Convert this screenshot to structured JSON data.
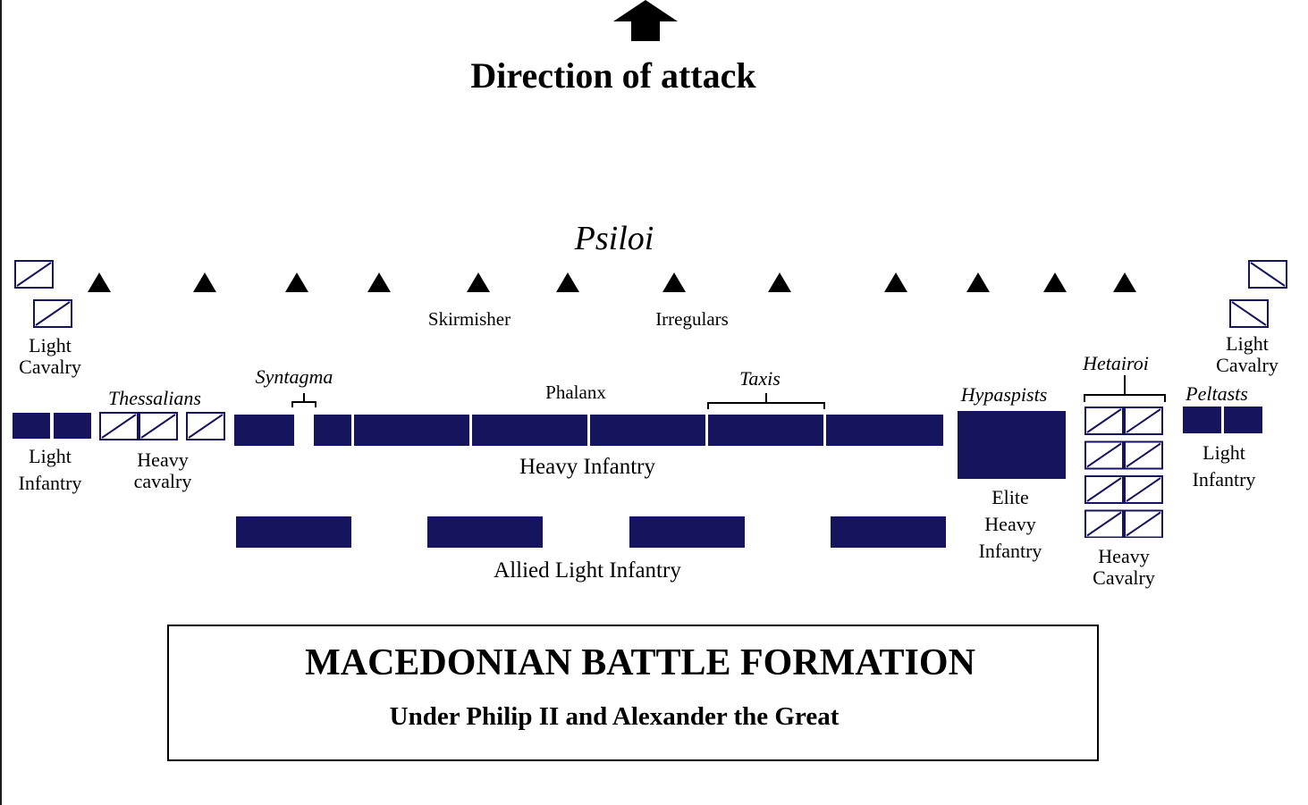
{
  "header": {
    "direction_label": "Direction of attack",
    "arrow_icon": "up-arrow-icon"
  },
  "labels": {
    "psiloi": "Psiloi",
    "skirmisher": "Skirmisher",
    "irregulars": "Irregulars",
    "light_cavalry_left_l1": "Light",
    "light_cavalry_left_l2": "Cavalry",
    "light_cavalry_right_l1": "Light",
    "light_cavalry_right_l2": "Cavalry",
    "thessalians": "Thessalians",
    "syntagma": "Syntagma",
    "phalanx": "Phalanx",
    "taxis": "Taxis",
    "hypaspists": "Hypaspists",
    "hetairoi": "Hetairoi",
    "peltasts": "Peltasts",
    "light_infantry_left_l1": "Light",
    "light_infantry_left_l2": "Infantry",
    "heavy_cavalry_left_l1": "Heavy",
    "heavy_cavalry_left_l2": "cavalry",
    "heavy_infantry": "Heavy Infantry",
    "elite_l1": "Elite",
    "elite_l2": "Heavy",
    "elite_l3": "Infantry",
    "heavy_cavalry_right_l1": "Heavy",
    "heavy_cavalry_right_l2": "Cavalry",
    "light_infantry_right_l1": "Light",
    "light_infantry_right_l2": "Infantry",
    "allied_light_infantry": "Allied Light Infantry"
  },
  "title_box": {
    "title": "MACEDONIAN BATTLE FORMATION",
    "subtitle": "Under Philip II and Alexander the Great"
  },
  "legend_symbols": {
    "infantry_unit": "filled-rectangle",
    "cavalry_unit": "diagonal-rectangle",
    "skirmisher_unit": "triangle-icon"
  },
  "colors": {
    "unit_fill": "#17145e",
    "cavalry_stroke": "#17145e",
    "text": "#000000"
  }
}
